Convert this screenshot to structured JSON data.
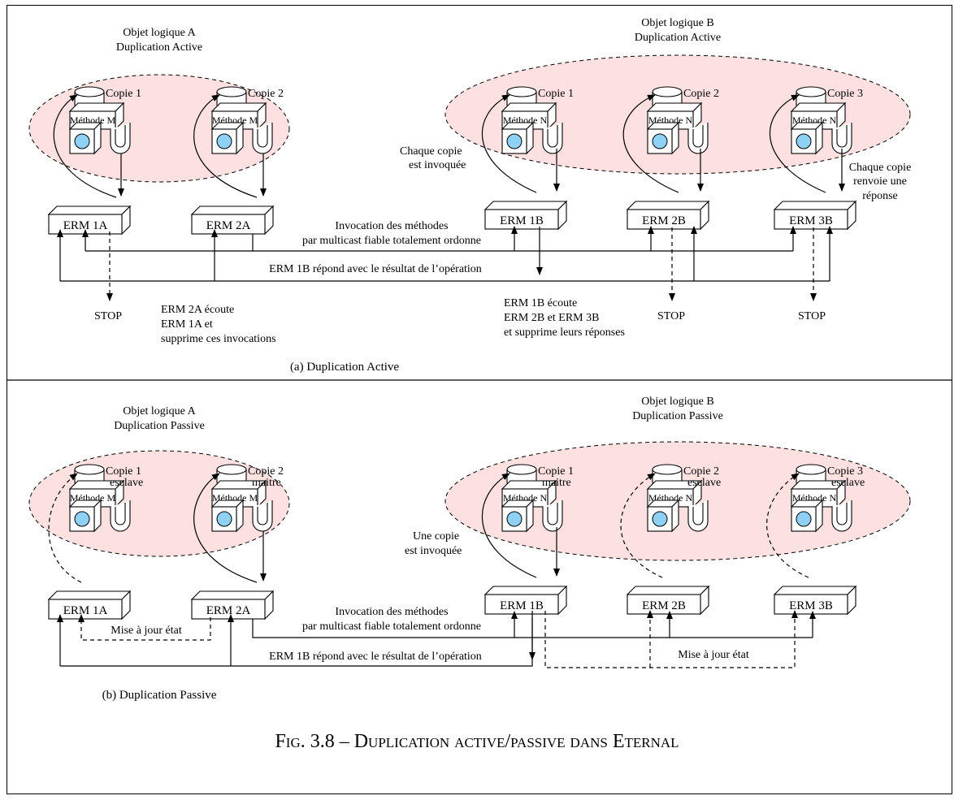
{
  "colors": {
    "ellipse_fill": "#fde0e0",
    "object_circle": "#8fd0f5",
    "line": "#000000"
  },
  "active": {
    "objA_title": [
      "Objet logique A",
      "Duplication Active"
    ],
    "objB_title": [
      "Objet logique B",
      "Duplication Active"
    ],
    "copies": [
      {
        "label": "Copie   1",
        "method": "Méthode M"
      },
      {
        "label": "Copie   2",
        "method": "Méthode M"
      },
      {
        "label": "Copie   1",
        "method": "Méthode N"
      },
      {
        "label": "Copie   2",
        "method": "Méthode N"
      },
      {
        "label": "Copie   3",
        "method": "Méthode N"
      }
    ],
    "erms": [
      "ERM    1A",
      "ERM    2A",
      "ERM    1B",
      "ERM    2B",
      "ERM    3B"
    ],
    "note_invoked": [
      "Chaque copie",
      "est invoquée"
    ],
    "note_reply": [
      "Chaque copie",
      "renvoie une",
      "réponse"
    ],
    "invocation": [
      "Invocation des méthodes",
      "par multicast fiable totalement ordonne"
    ],
    "response": "ERM 1B répond avec le résultat de l’opération",
    "stop": "STOP",
    "note_2a": [
      "ERM 2A écoute",
      "ERM 1A et",
      "supprime ces invocations"
    ],
    "note_1b": [
      "ERM 1B écoute",
      "ERM 2B et ERM 3B",
      "et supprime leurs réponses"
    ],
    "caption": "(a) Duplication Active"
  },
  "passive": {
    "objA_title": [
      "Objet logique A",
      "Duplication Passive"
    ],
    "objB_title": [
      "Objet logique B",
      "Duplication Passive"
    ],
    "copies": [
      {
        "label": "Copie   1",
        "role": "esclave",
        "method": "Méthode M"
      },
      {
        "label": "Copie   2",
        "role": "maitre",
        "method": "Méthode M"
      },
      {
        "label": "Copie   1",
        "role": "maitre",
        "method": "Méthode N"
      },
      {
        "label": "Copie   2",
        "role": "esclave",
        "method": "Méthode N"
      },
      {
        "label": "Copie   3",
        "role": "esclave",
        "method": "Méthode N"
      }
    ],
    "erms": [
      "ERM    1A",
      "ERM    2A",
      "ERM    1B",
      "ERM    2B",
      "ERM    3B"
    ],
    "note_invoked": [
      "Une copie",
      "est invoquée"
    ],
    "invocation": [
      "Invocation des méthodes",
      "par multicast fiable totalement ordonne"
    ],
    "response": "ERM 1B répond avec le résultat de l’opération",
    "update": "Mise à jour  état",
    "caption": "(b) Duplication Passive"
  },
  "figure_caption": "Fig. 3.8 – Duplication active/passive dans Eternal"
}
